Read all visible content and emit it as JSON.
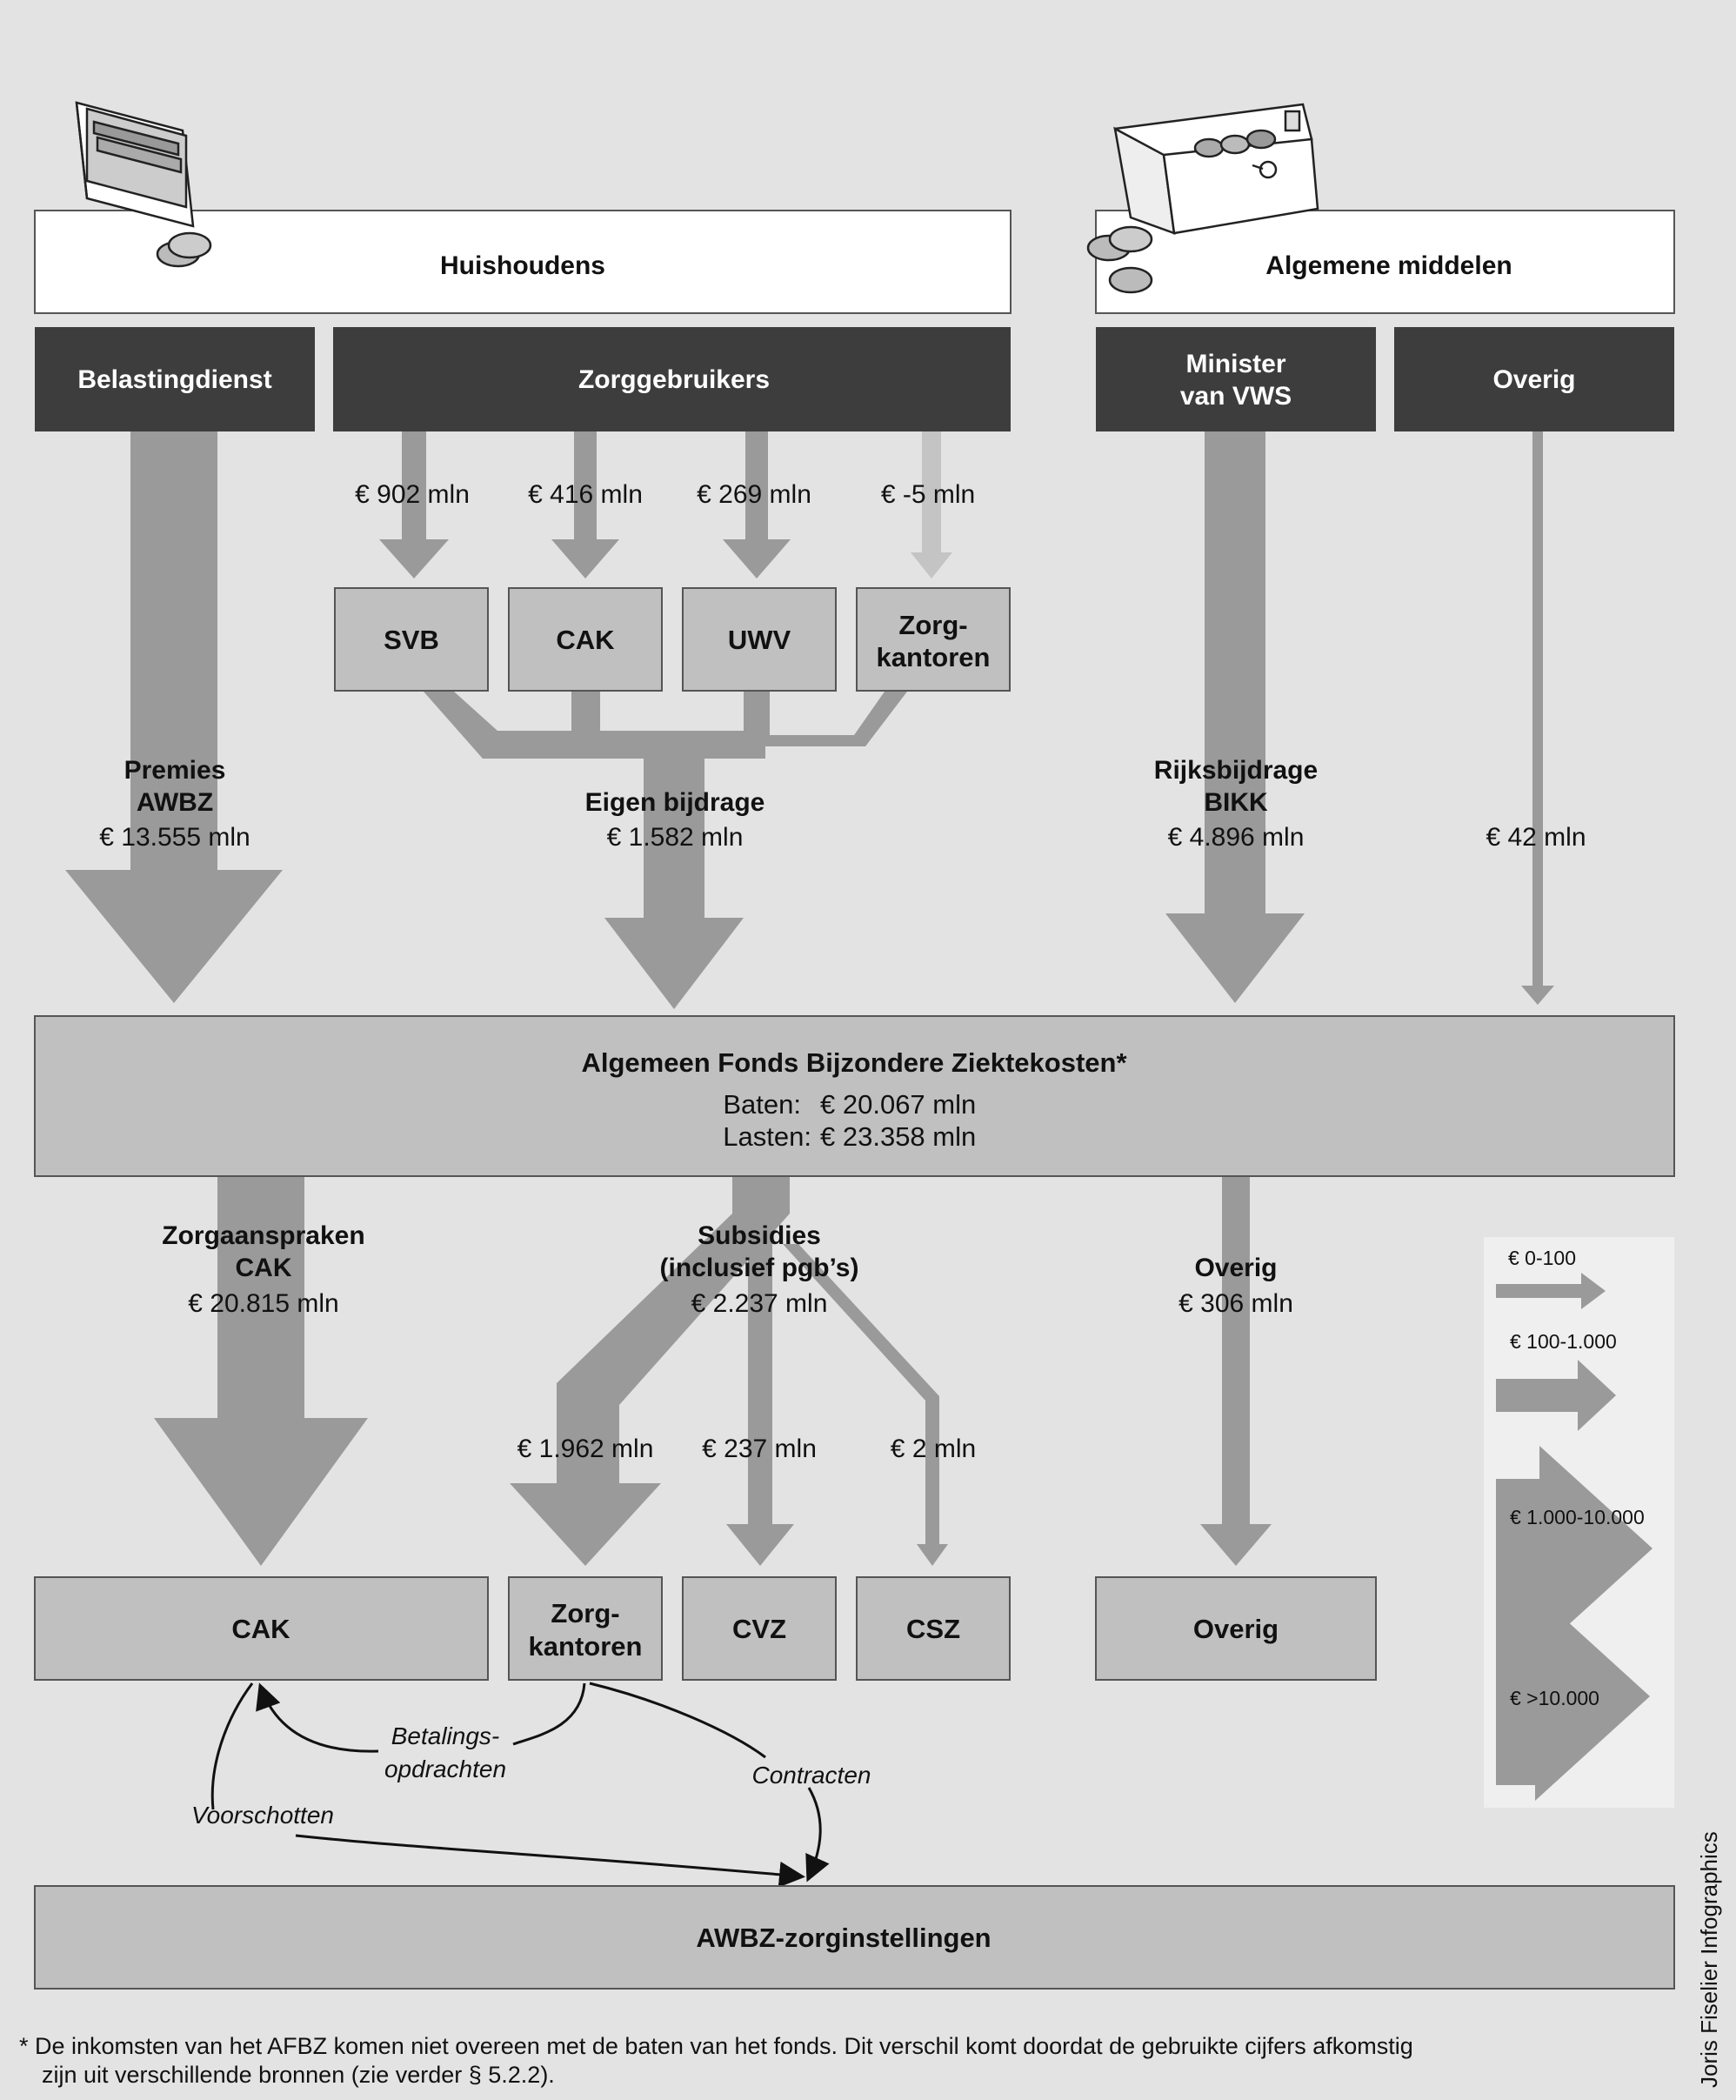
{
  "sources": {
    "households": "Huishoudens",
    "general_means": "Algemene middelen"
  },
  "payers": {
    "tax": "Belastingdienst",
    "care_users": "Zorggebruikers",
    "minister_line1": "Minister",
    "minister_line2": "van VWS",
    "other": "Overig"
  },
  "collectors": {
    "svb": "SVB",
    "cak": "CAK",
    "uwv": "UWV",
    "zk_line1": "Zorg-",
    "zk_line2": "kantoren"
  },
  "collector_amounts": {
    "svb": "€ 902 mln",
    "cak": "€ 416 mln",
    "uwv": "€ 269 mln",
    "zk": "€ -5 mln"
  },
  "inflows": {
    "premies_line1": "Premies",
    "premies_line2": "AWBZ",
    "premies_amount": "€ 13.555 mln",
    "eigen_label": "Eigen bijdrage",
    "eigen_amount": "€ 1.582 mln",
    "rijks_line1": "Rijksbijdrage",
    "rijks_line2": "BIKK",
    "rijks_amount": "€ 4.896 mln",
    "overig_amount": "€ 42 mln"
  },
  "fund": {
    "title": "Algemeen Fonds Bijzondere Ziektekosten*",
    "baten_label": "Baten:",
    "baten_value": "€ 20.067 mln",
    "lasten_label": "Lasten:",
    "lasten_value": "€ 23.358 mln"
  },
  "outflows": {
    "zorg_line1": "Zorgaanspraken",
    "zorg_line2": "CAK",
    "zorg_amount": "€ 20.815 mln",
    "subs_line1": "Subsidies",
    "subs_line2": "(inclusief pgb’s)",
    "subs_amount": "€ 2.237 mln",
    "overig_label": "Overig",
    "overig_amount": "€ 306 mln",
    "zk_amount": "€ 1.962 mln",
    "cvz_amount": "€ 237 mln",
    "csz_amount": "€ 2 mln"
  },
  "recipients": {
    "cak": "CAK",
    "zk_line1": "Zorg-",
    "zk_line2": "kantoren",
    "cvz": "CVZ",
    "csz": "CSZ",
    "overig": "Overig"
  },
  "relations": {
    "betalings_line1": "Betalings-",
    "betalings_line2": "opdrachten",
    "contracten": "Contracten",
    "voorschotten": "Voorschotten"
  },
  "institutions": "AWBZ-zorginstellingen",
  "legend": {
    "r1": "€ 0-100",
    "r2": "€ 100-1.000",
    "r3": "€ 1.000-10.000",
    "r4": "€ >10.000"
  },
  "footnote_line1": "* De inkomsten van het AFBZ komen niet overeen met de baten van het fonds. Dit verschil komt doordat de gebruikte cijfers afkomstig",
  "footnote_line2": "zijn uit verschillende bronnen (zie verder § 5.2.2).",
  "credit": "Joris Fiselier Infographics",
  "colors": {
    "background": "#e3e3e3",
    "dark_box": "#3d3d3d",
    "mid_box": "#c0c0c0",
    "flow": "#9a9a9a",
    "flow_light": "#c4c4c4",
    "text": "#111111"
  }
}
